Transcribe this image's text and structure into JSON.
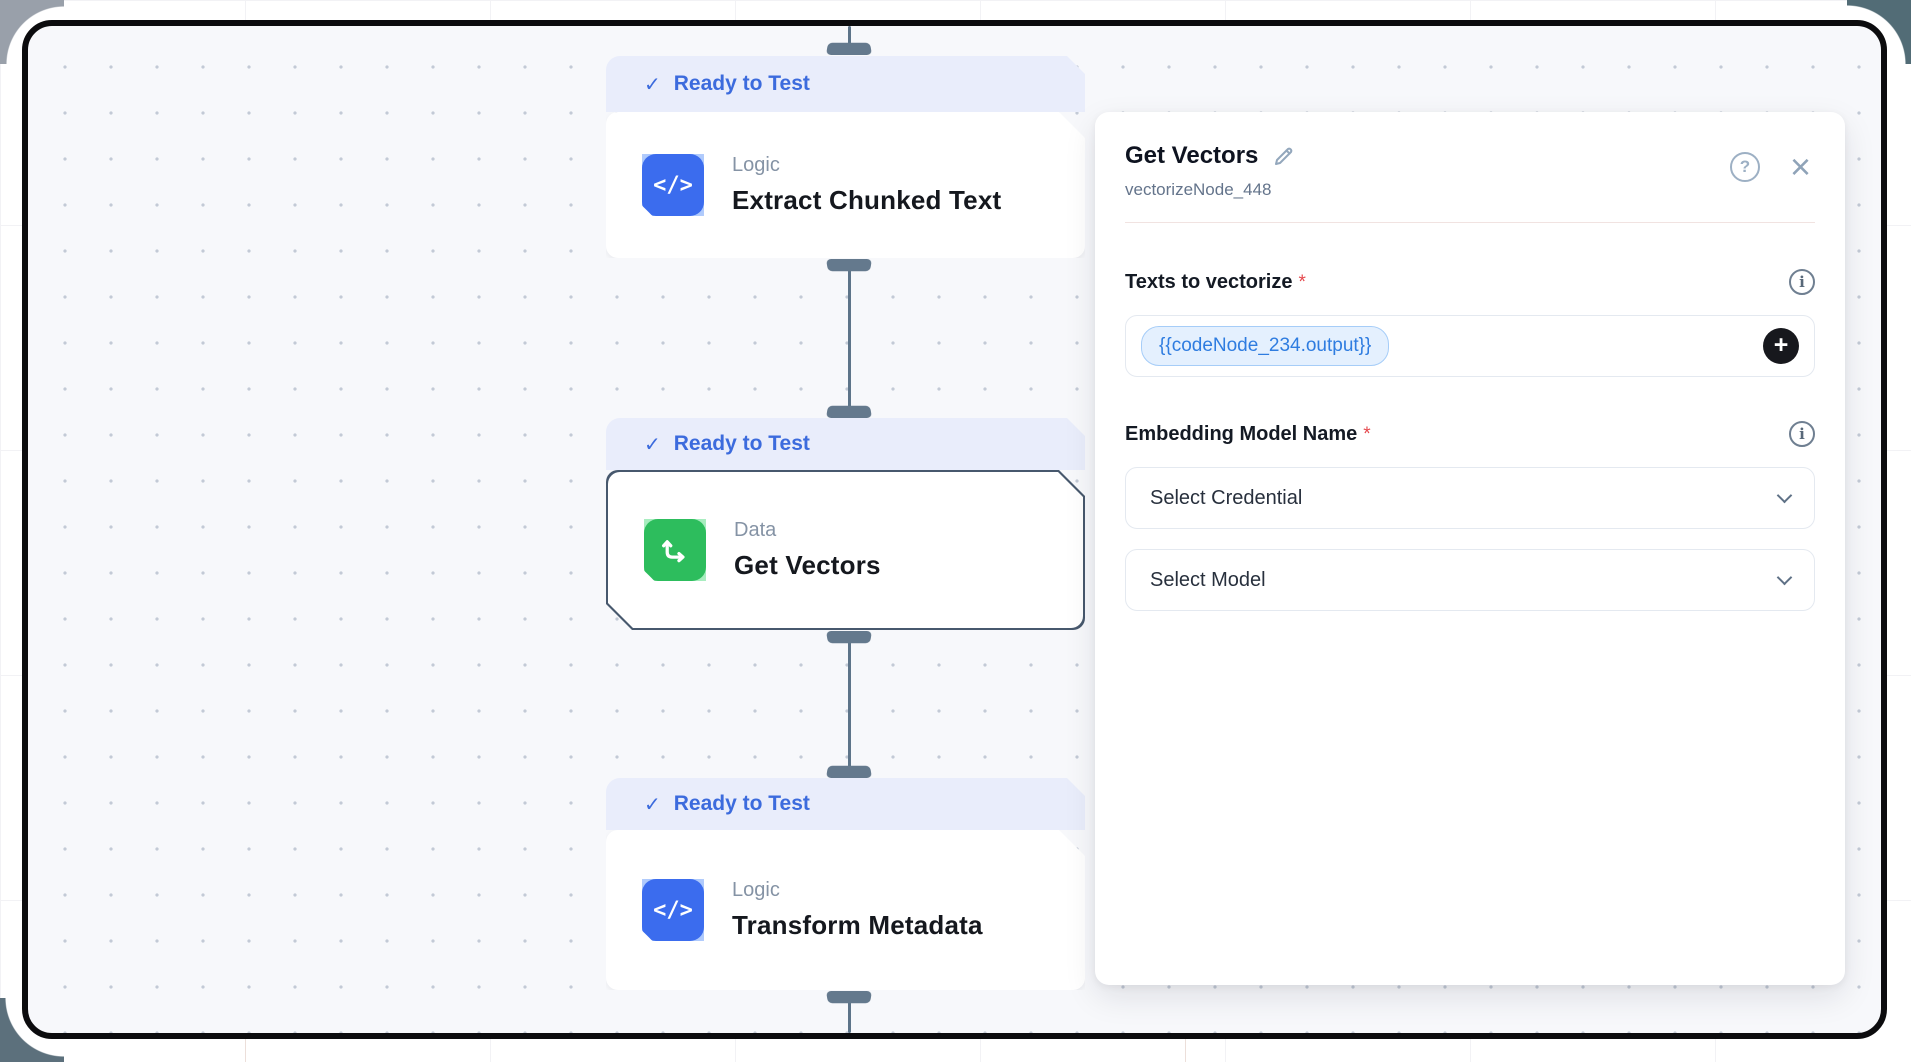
{
  "icons": {
    "check": "✓",
    "code": "</>",
    "close": "×",
    "help": "?",
    "info": "i",
    "plus": "+",
    "asterisk": "*"
  },
  "canvas": {
    "nodes": [
      {
        "status": "Ready to Test",
        "category": "Logic",
        "title": "Extract Chunked Text",
        "icon": "code-icon",
        "selected": false
      },
      {
        "status": "Ready to Test",
        "category": "Data",
        "title": "Get Vectors",
        "icon": "vector-axes-icon",
        "selected": true
      },
      {
        "status": "Ready to Test",
        "category": "Logic",
        "title": "Transform Metadata",
        "icon": "code-icon",
        "selected": false
      }
    ]
  },
  "panel": {
    "title": "Get Vectors",
    "subtitle": "vectorizeNode_448",
    "fields": {
      "texts": {
        "label": "Texts to vectorize",
        "token": "{{codeNode_234.output}}"
      },
      "embedding": {
        "label": "Embedding Model Name",
        "credential_placeholder": "Select Credential",
        "model_placeholder": "Select Model"
      }
    }
  },
  "colors": {
    "accent_blue": "#3c6bdd",
    "node_blue": "#3b6cee",
    "node_green": "#2dbd5d",
    "badge_bg": "#e9edfb",
    "canvas_bg": "#f7f8fb",
    "connector": "#5d7489",
    "selected_border": "#47586d",
    "pill_bg": "#e4f0fe",
    "pill_border": "#a6cdf8",
    "pill_text": "#2e7ce0",
    "required_red": "#e5484d",
    "plus_bg": "#17181d",
    "divider_pink": "#f1e3e1"
  }
}
